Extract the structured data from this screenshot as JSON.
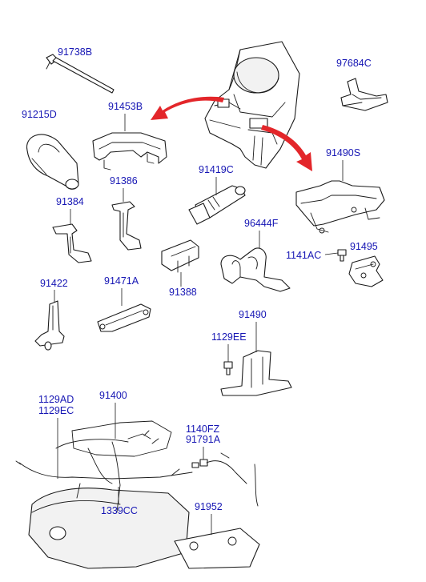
{
  "colors": {
    "label": "#1616b4",
    "arrow": "#e3262a",
    "line": "#1a1a1a"
  },
  "labels": {
    "p91738B": "91738B",
    "p97684C": "97684C",
    "p91215D": "91215D",
    "p91453B": "91453B",
    "p91490S": "91490S",
    "p91419C": "91419C",
    "p91386": "91386",
    "p91384": "91384",
    "p96444F": "96444F",
    "p1141AC": "1141AC",
    "p91495": "91495",
    "p91388": "91388",
    "p91422": "91422",
    "p91471A": "91471A",
    "p91490": "91490",
    "p1129EE": "1129EE",
    "p1129AD": "1129AD",
    "p1129EC": "1129EC",
    "p91400": "91400",
    "p1140FZ": "1140FZ",
    "p91791A": "91791A",
    "p1339CC": "1339CC",
    "p91952": "91952"
  }
}
